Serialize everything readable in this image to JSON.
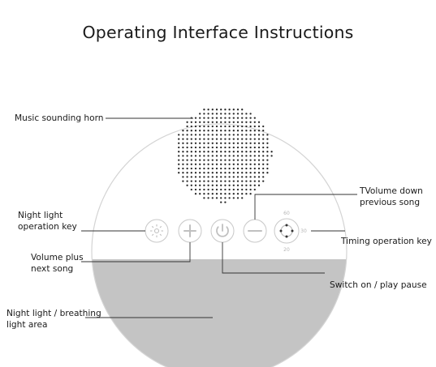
{
  "title": "Operating Interface Instructions",
  "labels": {
    "horn": "Music sounding horn",
    "night_light_key_1": "Night light",
    "night_light_key_2": "operation key",
    "volume_plus_1": "Volume plus",
    "volume_plus_2": "next song",
    "breathing_area_1": "Night light / breathing",
    "breathing_area_2": "light area",
    "volume_down_1": "TVolume down",
    "volume_down_2": "previous song",
    "timing_key": "Timing operation key",
    "switch": "Switch on / play pause"
  },
  "timer_marks": {
    "top": "60",
    "bottom": "20",
    "right": "30"
  },
  "colors": {
    "device_body": "#ffffff",
    "light_area": "#c4c4c4",
    "outline": "#d4d4d4",
    "leader_line": "#333333",
    "speaker_dots": "#2a2a2a"
  },
  "icons": [
    "night-light-icon",
    "plus-icon",
    "power-icon",
    "minus-icon",
    "timer-dial-icon"
  ]
}
